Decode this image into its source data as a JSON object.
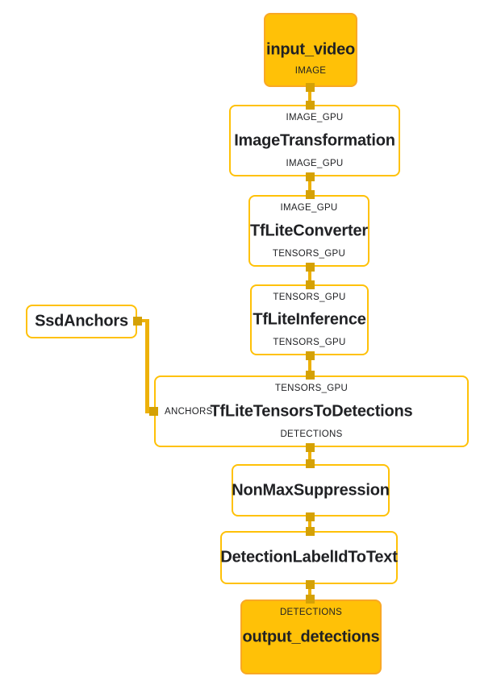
{
  "diagram": {
    "type": "mediapipe-calculator-graph",
    "nodes": {
      "input_video": {
        "title": "input_video",
        "kind": "input-stream",
        "output_port": "IMAGE"
      },
      "image_transformation": {
        "title": "ImageTransformation",
        "kind": "calculator",
        "input_port": "IMAGE_GPU",
        "output_port": "IMAGE_GPU"
      },
      "tflite_converter": {
        "title": "TfLiteConverter",
        "kind": "calculator",
        "input_port": "IMAGE_GPU",
        "output_port": "TENSORS_GPU"
      },
      "tflite_inference": {
        "title": "TfLiteInference",
        "kind": "calculator",
        "input_port": "TENSORS_GPU",
        "output_port": "TENSORS_GPU"
      },
      "ssd_anchors": {
        "title": "SsdAnchors",
        "kind": "calculator"
      },
      "tflite_tensors_to_detections": {
        "title": "TfLiteTensorsToDetections",
        "kind": "calculator",
        "input_port": "TENSORS_GPU",
        "anchors_port": "ANCHORS",
        "output_port": "DETECTIONS"
      },
      "non_max_suppression": {
        "title": "NonMaxSuppression",
        "kind": "calculator"
      },
      "detection_label_id_to_text": {
        "title": "DetectionLabelIdToText",
        "kind": "calculator"
      },
      "output_detections": {
        "title": "output_detections",
        "kind": "output-stream",
        "input_port": "DETECTIONS"
      }
    },
    "edges": [
      {
        "from": "input_video",
        "from_port": "IMAGE",
        "to": "ImageTransformation",
        "to_port": "IMAGE_GPU"
      },
      {
        "from": "ImageTransformation",
        "from_port": "IMAGE_GPU",
        "to": "TfLiteConverter",
        "to_port": "IMAGE_GPU"
      },
      {
        "from": "TfLiteConverter",
        "from_port": "TENSORS_GPU",
        "to": "TfLiteInference",
        "to_port": "TENSORS_GPU"
      },
      {
        "from": "TfLiteInference",
        "from_port": "TENSORS_GPU",
        "to": "TfLiteTensorsToDetections",
        "to_port": "TENSORS_GPU"
      },
      {
        "from": "SsdAnchors",
        "from_port": "",
        "to": "TfLiteTensorsToDetections",
        "to_port": "ANCHORS"
      },
      {
        "from": "TfLiteTensorsToDetections",
        "from_port": "DETECTIONS",
        "to": "NonMaxSuppression",
        "to_port": ""
      },
      {
        "from": "NonMaxSuppression",
        "from_port": "",
        "to": "DetectionLabelIdToText",
        "to_port": ""
      },
      {
        "from": "DetectionLabelIdToText",
        "from_port": "",
        "to": "output_detections",
        "to_port": "DETECTIONS"
      }
    ],
    "colors": {
      "io_node_fill": "#FFC107",
      "io_node_border": "#F9A825",
      "calculator_border": "#FFC107",
      "edge_line": "#EDB10A",
      "port_square": "#D4A106",
      "text": "#202124",
      "background": "#FFFFFF"
    }
  }
}
